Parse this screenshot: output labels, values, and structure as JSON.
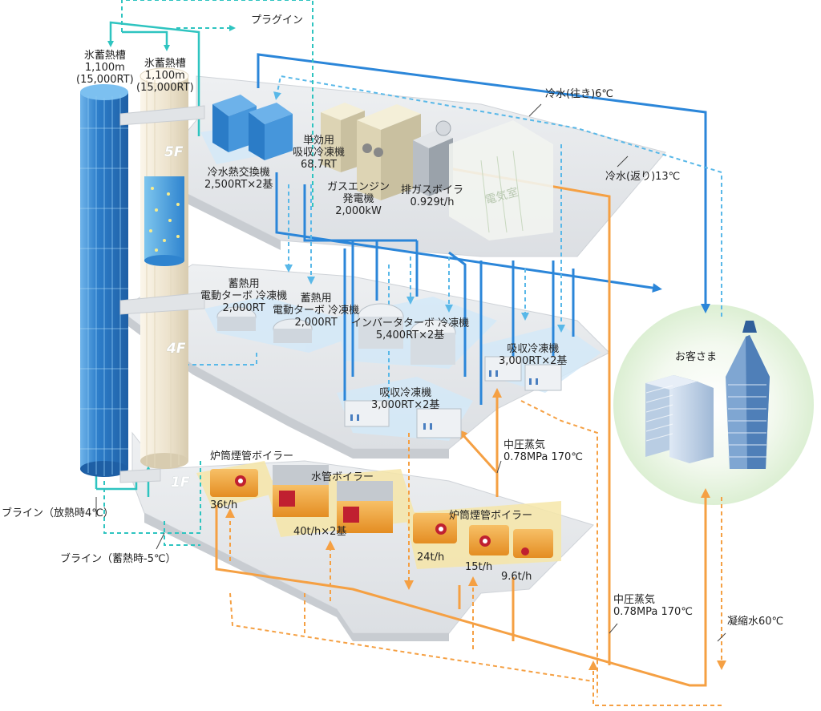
{
  "labels": {
    "plugin": "プラグイン",
    "ice_tank_1": {
      "l1": "氷蓄熱槽",
      "l2": "1,100m",
      "l3": "(15,000RT)"
    },
    "ice_tank_2": {
      "l1": "氷蓄熱槽",
      "l2": "1,100m",
      "l3": "(15,000RT)"
    },
    "cold_water_out": "冷水(往き)6℃",
    "cold_water_return": "冷水(返り)13℃",
    "single_absorption": {
      "l1": "単効用",
      "l2": "吸収冷凍機",
      "l3": "68.7RT"
    },
    "cold_heat_exchanger": {
      "l1": "冷水熱交換機",
      "l2": "2,500RT×2基"
    },
    "gas_engine": {
      "l1": "ガスエンジン",
      "l2": "発電機",
      "l3": "2,000kW"
    },
    "exhaust_boiler": {
      "l1": "排ガスボイラ",
      "l2": "0.929t/h"
    },
    "electric_room": "電気室",
    "storage_turbo_1": {
      "l1": "蓄熱用",
      "l2": "電動ターボ 冷凍機",
      "l3": "2,000RT"
    },
    "storage_turbo_2": {
      "l1": "蓄熱用",
      "l2": "電動ターボ 冷凍機",
      "l3": "2,000RT"
    },
    "inverter_turbo": {
      "l1": "インバータターボ 冷凍機",
      "l2": "5,400RT×2基"
    },
    "absorption_upper": {
      "l1": "吸収冷凍機",
      "l2": "3,000RT×2基"
    },
    "absorption_lower": {
      "l1": "吸収冷凍機",
      "l2": "3,000RT×2基"
    },
    "customers": "お客さま",
    "steam_mid_1": {
      "l1": "中圧蒸気",
      "l2": "0.78MPa 170℃"
    },
    "steam_mid_2": {
      "l1": "中圧蒸気",
      "l2": "0.78MPa 170℃"
    },
    "condensate": "凝縮水60℃",
    "fire_tube_1": "炉筒煙管ボイラー",
    "fire_tube_1_cap": "36t/h",
    "water_tube": "水管ボイラー",
    "water_tube_cap": "40t/h×2基",
    "fire_tube_2": "炉筒煙管ボイラー",
    "fire_tube_2_cap_a": "24t/h",
    "fire_tube_2_cap_b": "15t/h",
    "fire_tube_2_cap_c": "9.6t/h",
    "brine_release": "ブライン（放熱時4℃）",
    "brine_storage": "ブライン（蓄熱時-5℃）",
    "floor_5": "5F",
    "floor_4": "4F",
    "floor_1": "1F"
  },
  "colors": {
    "teal": "#2ec4c0",
    "blue": "#2b86d9",
    "light_blue": "#59b8e8",
    "orange": "#f5a043",
    "floor_gray": "#e6e8ea",
    "tank_blue": "#2f7fc8",
    "tank_cream": "#efe7d6",
    "boiler_orange": "#f0a13a",
    "boiler_red": "#c02030"
  }
}
